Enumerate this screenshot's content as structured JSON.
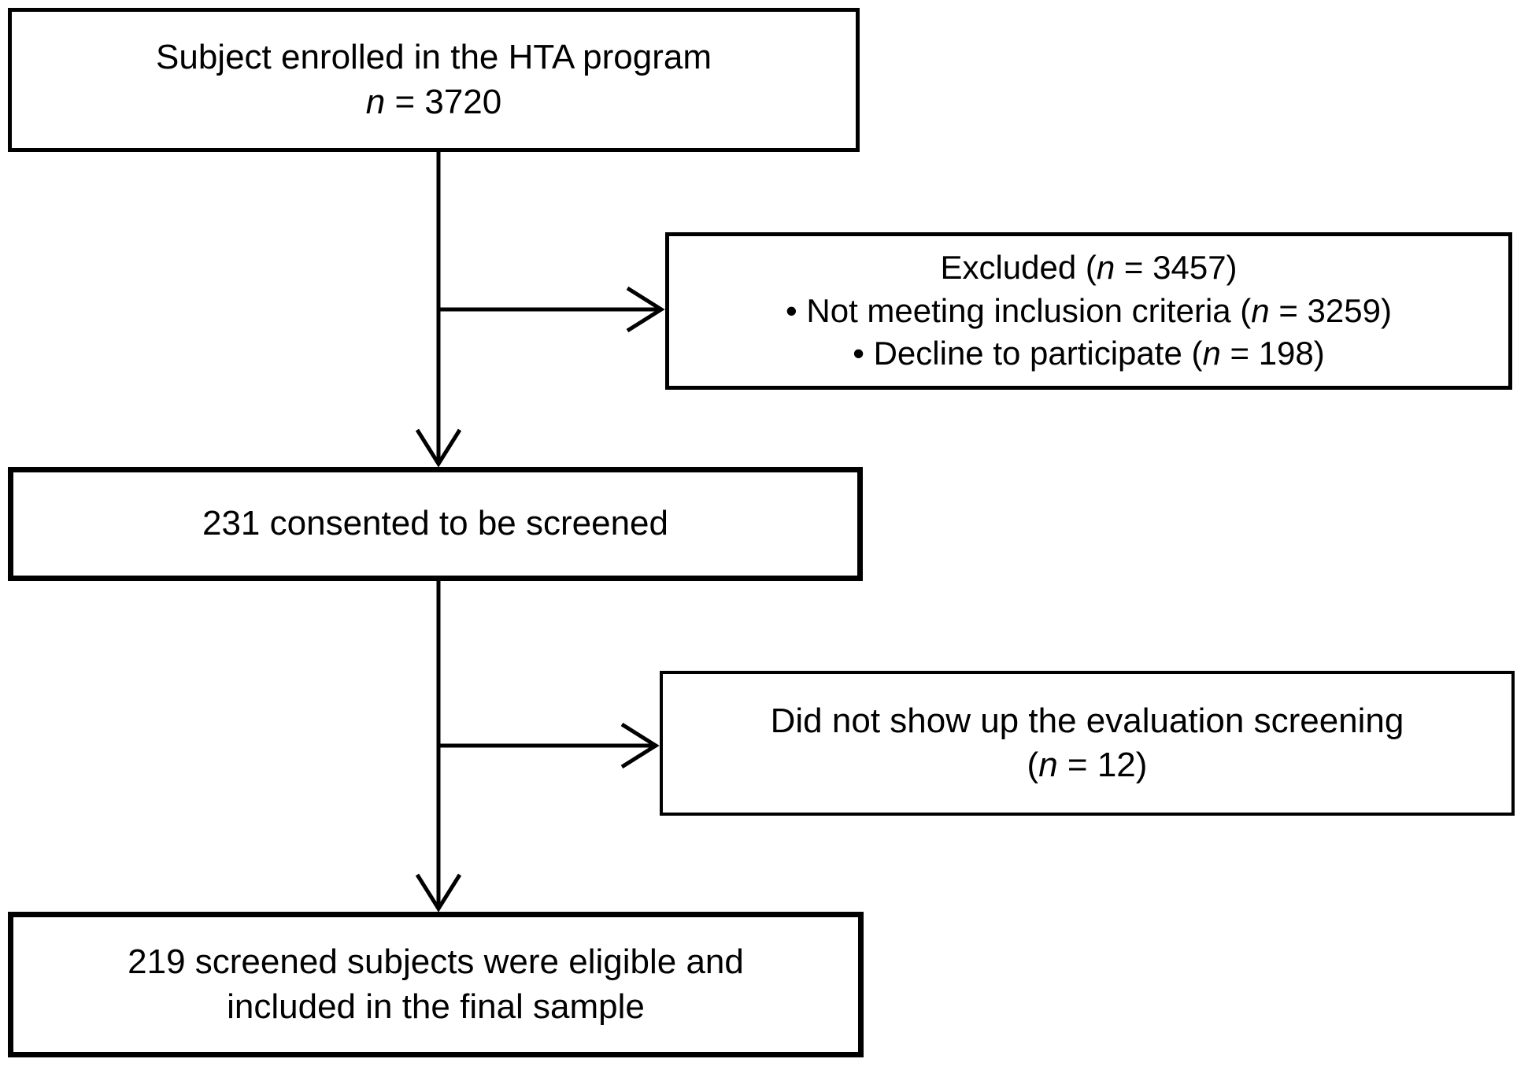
{
  "diagram": {
    "type": "study-flowchart",
    "background_color": "#ffffff",
    "line_color": "#000000",
    "boxes": {
      "enrolled": {
        "line1": "Subject enrolled in the HTA program",
        "n_italic": "n",
        "n_rest": " = 3720"
      },
      "excluded": {
        "title_pre": "Excluded (",
        "title_n": "n",
        "title_post": " = 3457)",
        "items": [
          {
            "pre": "• Not meeting inclusion criteria (",
            "n": "n",
            "post": " = 3259)"
          },
          {
            "pre": "• Decline to participate (",
            "n": "n",
            "post": " = 198)"
          }
        ]
      },
      "consented": {
        "line1": "231 consented to be screened"
      },
      "no_show": {
        "line1": "Did not show up the evaluation screening",
        "n_pre": "(",
        "n_italic": "n",
        "n_post": " = 12)"
      },
      "final": {
        "line1": "219 screened subjects were eligible and",
        "line2": "included in the final sample"
      }
    }
  }
}
